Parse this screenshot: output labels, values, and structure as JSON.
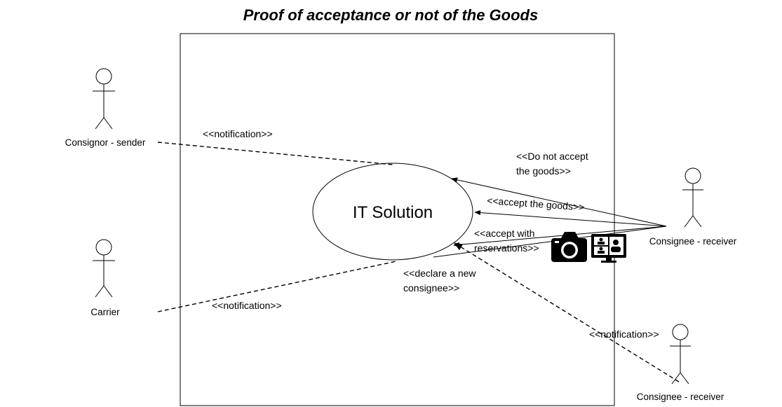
{
  "title": "Proof of acceptance or not of the Goods",
  "system": {
    "use_case": "IT Solution"
  },
  "actors": {
    "consignor": "Consignor - sender",
    "carrier": "Carrier",
    "consignee_main": "Consignee - receiver",
    "consignee_new": "Consignee - receiver"
  },
  "connections": {
    "consignor_notification": "<<notification>>",
    "carrier_notification": "<<notification>>",
    "do_not_accept_line1": "<<Do not accept",
    "do_not_accept_line2": "the goods>>",
    "accept_goods": "<<accept the goods>>",
    "accept_reservations_line1": "<<accept with",
    "accept_reservations_line2": "reservations>>",
    "declare_new_line1": "<<declare a new",
    "declare_new_line2": "consignee>>",
    "new_consignee_notification": "<<notification>>"
  },
  "icons": [
    "camera-icon",
    "video-conference-icon"
  ]
}
